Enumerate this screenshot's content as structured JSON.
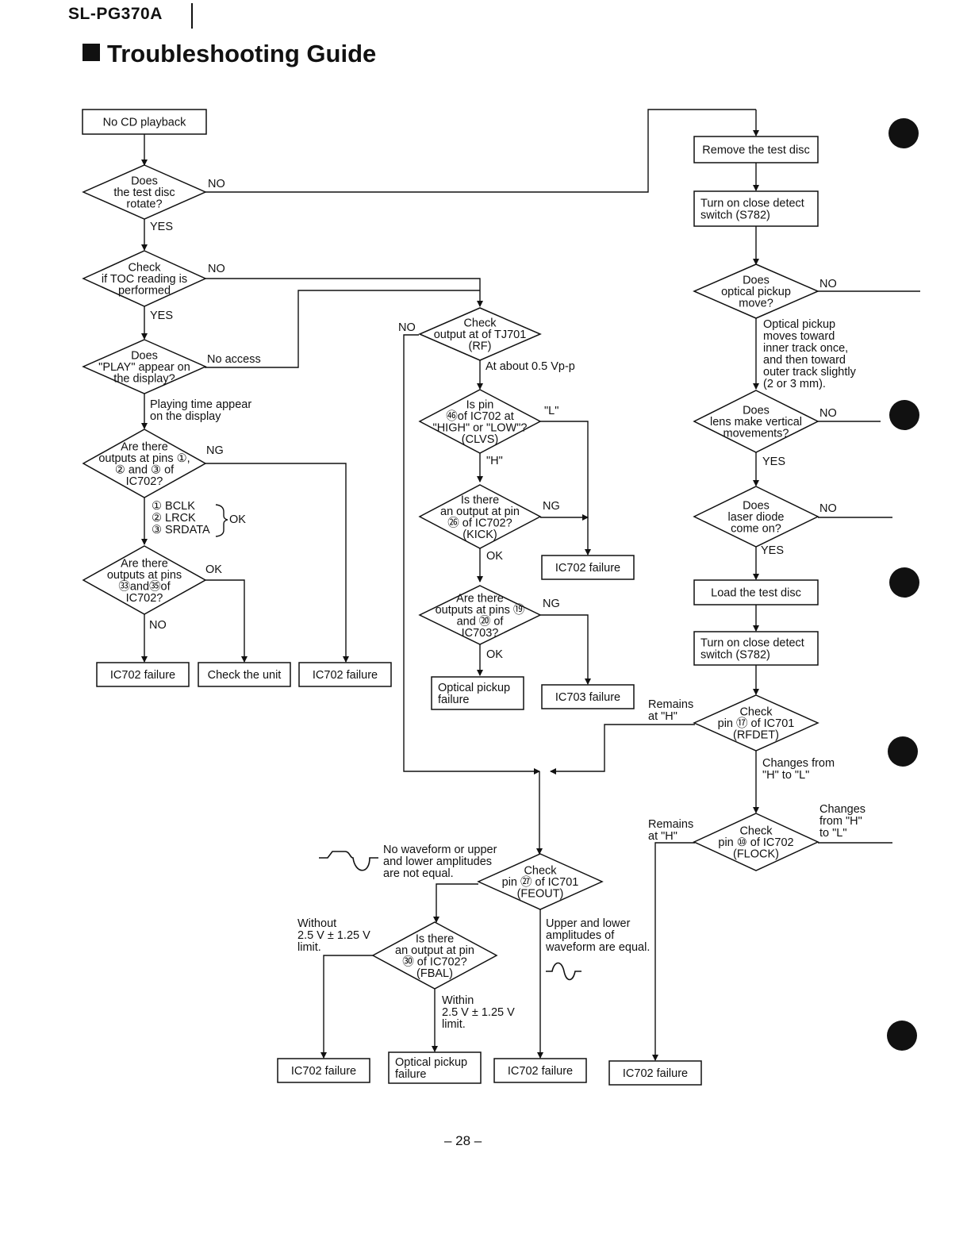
{
  "header": {
    "model": "SL-PG370A",
    "title": "Troubleshooting Guide",
    "page_number": "– 28 –"
  },
  "boxes": {
    "b1": [
      "No CD playback"
    ],
    "b2": [
      "IC702 failure"
    ],
    "b3": [
      "Check the unit"
    ],
    "b4": [
      "IC702 failure"
    ],
    "b5": [
      "IC702 failure"
    ],
    "b6": [
      "Optical pickup",
      "failure"
    ],
    "b7": [
      "IC703 failure"
    ],
    "b8": [
      "Remove the test disc"
    ],
    "b9": [
      "Turn on close detect",
      "switch (S782)"
    ],
    "b10": [
      "Load the test disc"
    ],
    "b11": [
      "Turn on close detect",
      "switch (S782)"
    ],
    "b12": [
      "IC702 failure"
    ],
    "b13": [
      "Optical pickup",
      "failure"
    ],
    "b14": [
      "IC702 failure"
    ],
    "b15": [
      "IC702 failure"
    ]
  },
  "decisions": {
    "d1": [
      "Does",
      "the test disc",
      "rotate?"
    ],
    "d2": [
      "Check",
      "if TOC reading is",
      "performed"
    ],
    "d3": [
      "Does",
      "\"PLAY\" appear on",
      "the display?"
    ],
    "d4": [
      "Are there",
      "outputs at pins ①,",
      "② and ③ of",
      "IC702?"
    ],
    "d5": [
      "Are there",
      "outputs at pins",
      "㉝and㉟of",
      "IC702?"
    ],
    "d6": [
      "Check",
      "output at of TJ701",
      "(RF)"
    ],
    "d7": [
      "Is pin",
      "㊻of IC702 at",
      "\"HIGH\" or \"LOW\"?",
      "(CLVS)"
    ],
    "d8": [
      "Is there",
      "an output at pin",
      "㉖ of IC702?",
      "(KICK)"
    ],
    "d9": [
      "Are there",
      "outputs at pins ⑲",
      "and ⑳ of",
      "IC703?"
    ],
    "d10": [
      "Does",
      "optical pickup",
      "move?"
    ],
    "d11": [
      "Does",
      "lens make vertical",
      "movements?"
    ],
    "d12": [
      "Does",
      "laser diode",
      "come on?"
    ],
    "d13": [
      "Check",
      "pin ⑰ of IC701",
      "(RFDET)"
    ],
    "d14": [
      "Check",
      "pin ⑩ of IC702",
      "(FLOCK)"
    ],
    "d15": [
      "Check",
      "pin ㉗ of IC701",
      "(FEOUT)"
    ],
    "d16": [
      "Is there",
      "an output at pin",
      "㉚ of IC702?",
      "(FBAL)"
    ]
  },
  "labels": {
    "l1": [
      "NO"
    ],
    "l2": [
      "YES"
    ],
    "l3": [
      "NO"
    ],
    "l4": [
      "YES"
    ],
    "l5": [
      "No access"
    ],
    "l6": [
      "Playing time appear",
      "on the display"
    ],
    "l7": [
      "NG"
    ],
    "l8": [
      "① BCLK",
      "② LRCK",
      "③ SRDATA"
    ],
    "l9": [
      "OK"
    ],
    "l10": [
      "OK"
    ],
    "l11": [
      "NO"
    ],
    "l12": [
      "NO"
    ],
    "l13": [
      "At about 0.5 Vp-p"
    ],
    "l14": [
      "\"L\""
    ],
    "l15": [
      "\"H\""
    ],
    "l16": [
      "NG"
    ],
    "l17": [
      "OK"
    ],
    "l18": [
      "NG"
    ],
    "l19": [
      "OK"
    ],
    "l20": [
      "NO"
    ],
    "l21": [
      "Optical pickup",
      "moves toward",
      "inner track once,",
      "and then toward",
      "outer track slightly",
      "(2 or 3 mm)."
    ],
    "l22": [
      "NO"
    ],
    "l23": [
      "YES"
    ],
    "l24": [
      "NO"
    ],
    "l25": [
      "YES"
    ],
    "l26": [
      "Remains",
      "at \"H\""
    ],
    "l27": [
      "Changes from",
      "\"H\" to \"L\""
    ],
    "l28": [
      "Remains",
      "at \"H\""
    ],
    "l29": [
      "Changes",
      "from \"H\"",
      "to \"L\""
    ],
    "l30": [
      "No waveform or upper",
      "and lower amplitudes",
      "are not equal."
    ],
    "l31": [
      "Without",
      "2.5 V ± 1.25 V",
      "limit."
    ],
    "l32": [
      "Upper and lower",
      "amplitudes of",
      "waveform are equal."
    ],
    "l33": [
      "Within",
      "2.5 V ± 1.25 V",
      "limit."
    ]
  }
}
